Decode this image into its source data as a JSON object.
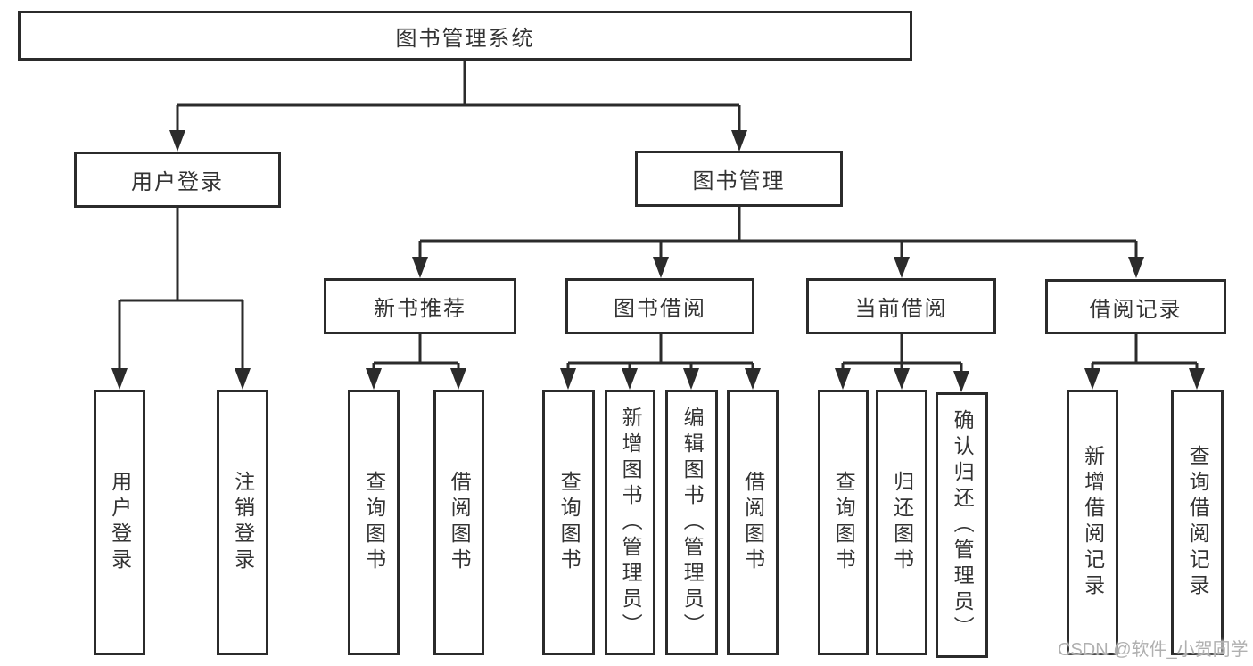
{
  "diagram": {
    "root": {
      "label": "图书管理系统"
    },
    "level2": {
      "user_login": {
        "label": "用户登录"
      },
      "book_mgmt": {
        "label": "图书管理"
      }
    },
    "level3": {
      "new_books": {
        "label": "新书推荐"
      },
      "book_borrow": {
        "label": "图书借阅"
      },
      "current_borrow": {
        "label": "当前借阅"
      },
      "borrow_records": {
        "label": "借阅记录"
      }
    },
    "leaves": {
      "user_login": {
        "label": "用户登录"
      },
      "logout": {
        "label": "注销登录"
      },
      "nb_query": {
        "label": "查询图书"
      },
      "nb_borrow": {
        "label": "借阅图书"
      },
      "bb_query": {
        "label": "查询图书"
      },
      "bb_add": {
        "label": "新增图书（管理员）"
      },
      "bb_edit": {
        "label": "编辑图书（管理员）"
      },
      "bb_borrow": {
        "label": "借阅图书"
      },
      "cb_query": {
        "label": "查询图书"
      },
      "cb_return": {
        "label": "归还图书"
      },
      "cb_confirm": {
        "label": "确认归还（管理员）"
      },
      "br_add": {
        "label": "新增借阅记录"
      },
      "br_query": {
        "label": "查询借阅记录"
      }
    }
  },
  "watermark": {
    "text": "CSDN @软件_小贺同学"
  },
  "colors": {
    "line": "#2b2b2b",
    "text": "#333333",
    "background": "#ffffff",
    "watermark": "#b0b0b0"
  }
}
